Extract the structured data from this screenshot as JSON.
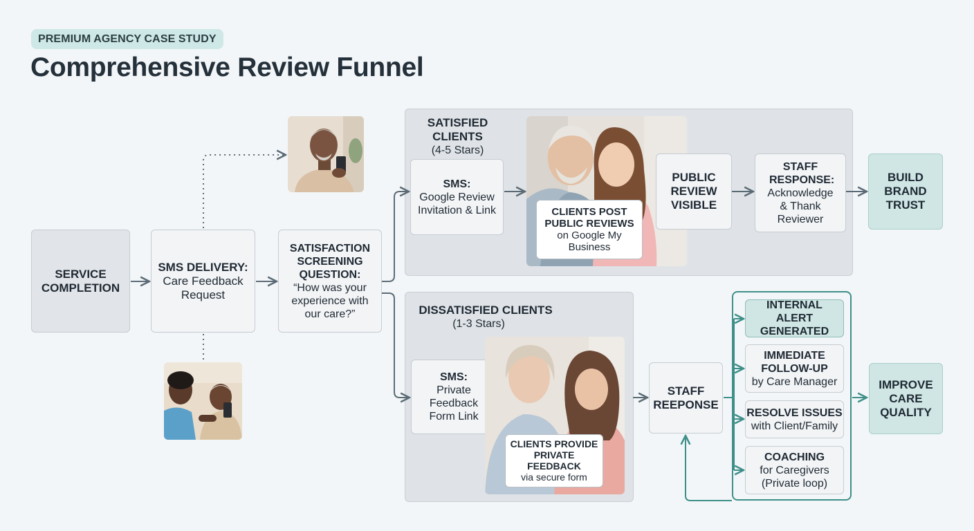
{
  "header": {
    "badge": "PREMIUM AGENCY CASE STUDY",
    "title": "Comprehensive Review Funnel"
  },
  "flow": {
    "service": "SERVICE COMPLETION",
    "sms_delivery_title": "SMS DELIVERY:",
    "sms_delivery_sub": "Care Feedback Request",
    "screening_title": "SATISFACTION SCREENING QUESTION:",
    "screening_question": "“How was your experience with our care?”"
  },
  "satisfied": {
    "heading": "SATISFIED CLIENTS",
    "stars": "(4-5 Stars)",
    "sms_title": "SMS:",
    "sms_sub": "Google Review Invitation & Link",
    "overlay_title": "CLIENTS POST PUBLIC REVIEWS",
    "overlay_sub": "on Google My Business",
    "public_review": "PUBLIC REVIEW VISIBLE",
    "staff_title": "STAFF RESPONSE:",
    "staff_sub": "Acknowledge & Thank Reviewer",
    "outcome": "BUILD BRAND TRUST"
  },
  "dissatisfied": {
    "heading": "DISSATISFIED CLIENTS",
    "stars": "(1-3 Stars)",
    "sms_title": "SMS:",
    "sms_sub": "Private Feedback Form Link",
    "overlay_title": "CLIENTS PROVIDE PRIVATE FEEDBACK",
    "overlay_sub": "via secure form",
    "staff": "STAFF REEPONSE",
    "actions": [
      {
        "title": "INTERNAL ALERT GENERATED",
        "sub": ""
      },
      {
        "title": "IMMEDIATE FOLLOW-UP",
        "sub": "by Care Manager"
      },
      {
        "title": "RESOLVE ISSUES",
        "sub": "with Client/Family"
      },
      {
        "title": "COACHING",
        "sub": "for Caregivers (Private loop)"
      }
    ],
    "outcome": "IMPROVE CARE QUALITY"
  },
  "colors": {
    "arrow": "#5b6b75",
    "teal_arrow": "#3e8f89",
    "teal_box": "#cfe6e4",
    "panel": "#dfe3e7"
  }
}
